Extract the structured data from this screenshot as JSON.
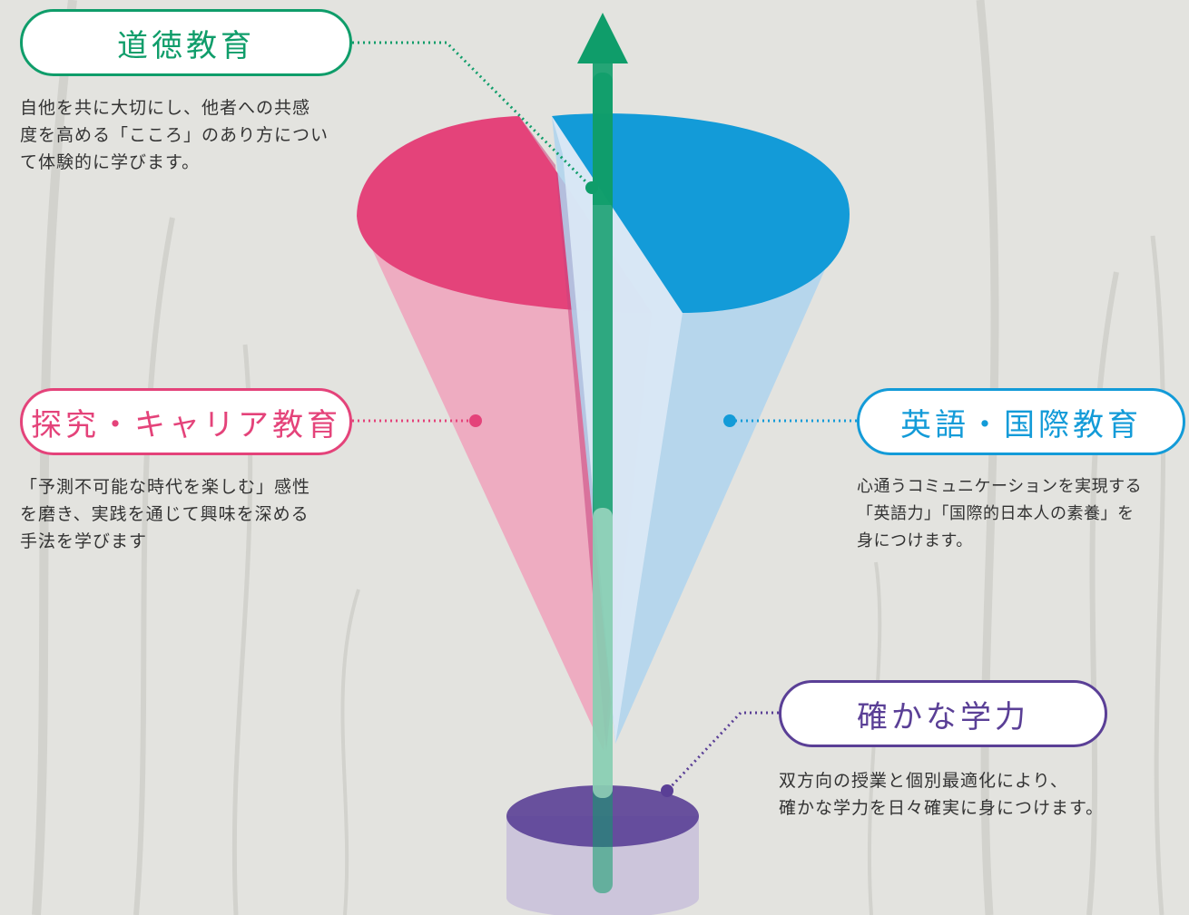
{
  "colors": {
    "moral": "#0f9d6a",
    "career": "#e4437a",
    "english": "#139bd8",
    "academic": "#5a3f96"
  },
  "moral": {
    "title": "道徳教育",
    "text": "自他を共に大切にし、他者への共感\n度を高める「こころ」のあり方につい\nて体験的に学びます。"
  },
  "career": {
    "title": "探究・キャリア教育",
    "text": "「予測不可能な時代を楽しむ」感性\nを磨き、実践を通じて興味を深める\n手法を学びます"
  },
  "english": {
    "title": "英語・国際教育",
    "text": "心通うコミュニケーションを実現する\n「英語力」「国際的日本人の素養」を\n身につけます。"
  },
  "academic": {
    "title": "確かな学力",
    "text": "双方向の授業と個別最適化により、\n確かな学力を日々確実に身につけます。"
  }
}
